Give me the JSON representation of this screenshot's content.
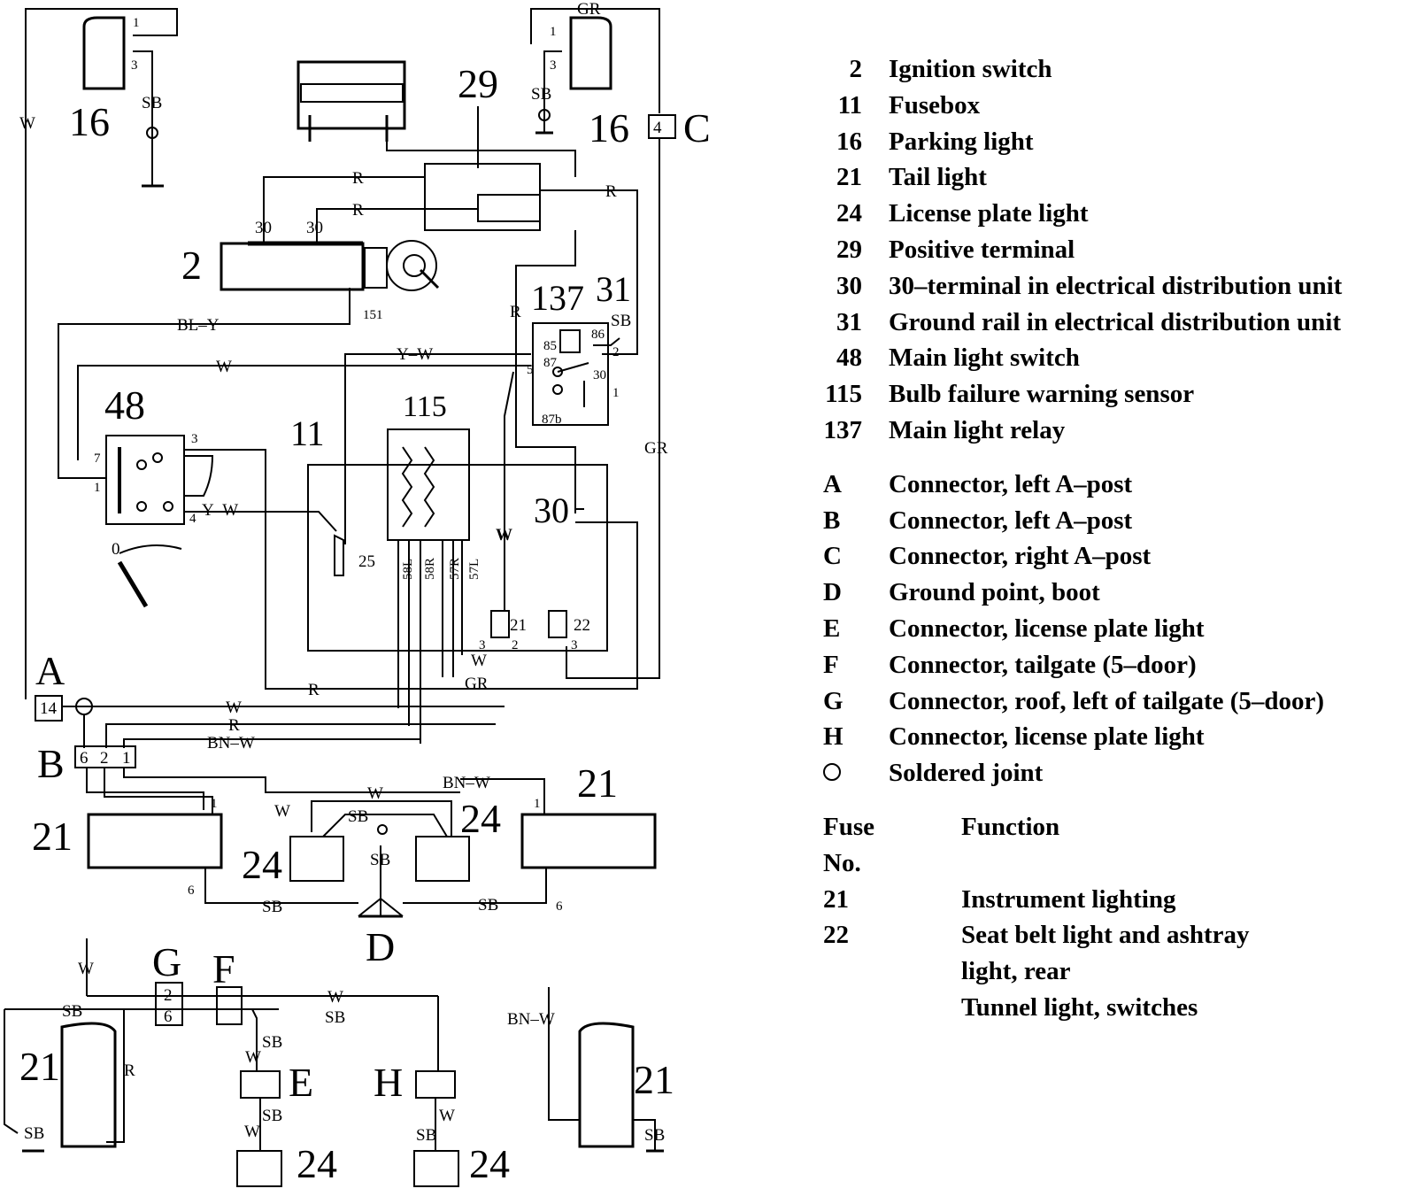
{
  "legend": {
    "components": [
      {
        "num": "2",
        "desc": "Ignition switch"
      },
      {
        "num": "11",
        "desc": "Fusebox"
      },
      {
        "num": "16",
        "desc": "Parking light"
      },
      {
        "num": "21",
        "desc": "Tail light"
      },
      {
        "num": "24",
        "desc": "License plate light"
      },
      {
        "num": "29",
        "desc": "Positive terminal"
      },
      {
        "num": "30",
        "desc": "30–terminal in electrical distribution unit"
      },
      {
        "num": "31",
        "desc": "Ground rail in electrical distribution unit"
      },
      {
        "num": "48",
        "desc": "Main light switch"
      },
      {
        "num": "115",
        "desc": "Bulb failure warning sensor"
      },
      {
        "num": "137",
        "desc": "Main light relay"
      }
    ],
    "connectors": [
      {
        "letter": "A",
        "desc": "Connector, left A–post"
      },
      {
        "letter": "B",
        "desc": "Connector, left A–post"
      },
      {
        "letter": "C",
        "desc": "Connector, right A–post"
      },
      {
        "letter": "D",
        "desc": "Ground point, boot"
      },
      {
        "letter": "E",
        "desc": "Connector, license plate light"
      },
      {
        "letter": "F",
        "desc": "Connector, tailgate (5–door)"
      },
      {
        "letter": "G",
        "desc": "Connector, roof, left of tailgate (5–door)"
      },
      {
        "letter": "H",
        "desc": "Connector, license plate light"
      }
    ],
    "soldered_joint": "Soldered joint",
    "fuse_header": {
      "col1_line1": "Fuse",
      "col1_line2": "No.",
      "col2": "Function"
    },
    "fuses": [
      {
        "no": "21",
        "lines": [
          "Instrument lighting"
        ]
      },
      {
        "no": "22",
        "lines": [
          "Seat belt light and ashtray",
          "light, rear",
          "Tunnel light, switches"
        ]
      }
    ]
  },
  "diagram": {
    "components": {
      "c2": "2",
      "c11": "11",
      "c16a": "16",
      "c16b": "16",
      "c21a": "21",
      "c21b": "21",
      "c21c": "21",
      "c21d": "21",
      "c24a": "24",
      "c24b": "24",
      "c24c": "24",
      "c24d": "24",
      "c29": "29",
      "c31": "31",
      "c48": "48",
      "c115": "115",
      "c137": "137",
      "c30": "30"
    },
    "connectors": {
      "A": "A",
      "B": "B",
      "C": "C",
      "D": "D",
      "E": "E",
      "F": "F",
      "G": "G",
      "H": "H"
    },
    "connector_pins": {
      "a14": "14",
      "c4": "4",
      "b6": "6",
      "b2": "2",
      "b1": "1",
      "g2": "2",
      "g6": "6"
    },
    "wire_colors": {
      "W": "W",
      "GR": "GR",
      "SB": "SB",
      "R": "R",
      "BL_Y": "BL–Y",
      "Y_W": "Y–W",
      "BN_W": "BN–W"
    },
    "pins": {
      "p1": "1",
      "p2": "2",
      "p3": "3",
      "p4": "4",
      "p6": "6",
      "p7": "7",
      "p21": "21",
      "p22": "22",
      "p25": "25",
      "p30": "30",
      "p151": "151",
      "p85": "85",
      "p86": "86",
      "p87": "87",
      "p87b": "87b",
      "p5": "5",
      "t58l": "58L",
      "t58r": "58R",
      "t57r": "57R",
      "t57l": "57L",
      "zero": "0"
    }
  }
}
